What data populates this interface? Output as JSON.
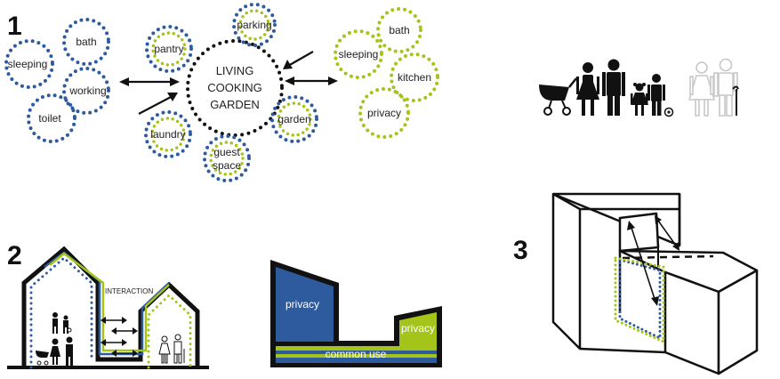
{
  "section_numbers": [
    "1",
    "2",
    "3"
  ],
  "colors": {
    "blue": "#2e5a9e",
    "green": "#a4c41a",
    "black": "#111111",
    "grey": "#cccccc"
  },
  "icons": [
    "stroller-icon",
    "woman-icon",
    "man-icon",
    "girl-icon",
    "boy-icon",
    "ball-icon",
    "elderly-woman-icon",
    "elderly-man-icon"
  ],
  "diagram1": {
    "left_cluster": [
      "bath",
      "sleeping",
      "working",
      "toilet"
    ],
    "center_lines": [
      "LIVING",
      "COOKING",
      "GARDEN"
    ],
    "ring": [
      "parking",
      "pantry",
      "garden",
      "laundry",
      "guest",
      "space"
    ],
    "right_cluster": [
      "bath",
      "sleeping",
      "kitchen",
      "privacy"
    ]
  },
  "diagram2": {
    "interaction_label": "INTERACTION",
    "privacy_left": "privacy",
    "privacy_right": "privacy",
    "common_use": "common use"
  }
}
